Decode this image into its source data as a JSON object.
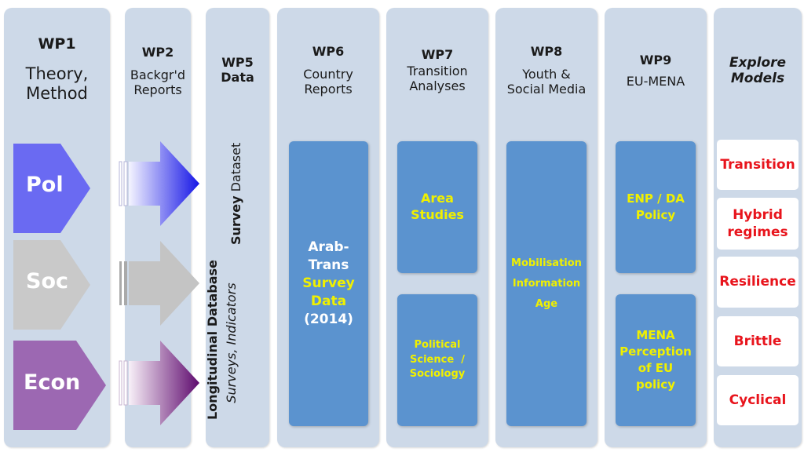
{
  "columns": {
    "wp1": {
      "title": "WP1",
      "line1": "Theory,",
      "line2": "Method"
    },
    "wp2": {
      "title": "WP2",
      "line1": "Backgr'd",
      "line2": "Reports"
    },
    "wp5": {
      "title": "WP5",
      "line1": "Data"
    },
    "wp6": {
      "title": "WP6",
      "line1": "Country",
      "line2": "Reports"
    },
    "wp7": {
      "title": "WP7",
      "line1": "Transition",
      "line2": "Analyses"
    },
    "wp8": {
      "title": "WP8",
      "line1": "Youth &",
      "line2": "Social Media"
    },
    "wp9": {
      "title": "WP9",
      "line1": "EU-MENA"
    },
    "explore": {
      "line1": "Explore",
      "line2": "Models"
    }
  },
  "arrows": {
    "pol": "Pol",
    "soc": "Soc",
    "econ": "Econ"
  },
  "wp5_labels": {
    "survey_bold": "Survey",
    "survey_normal": "Dataset",
    "longitudinal_bold": "Longitudinal Database",
    "longitudinal_italic": "Surveys, Indicators"
  },
  "wp6_box": {
    "line1": "Arab-",
    "line2": "Trans",
    "line3": "Survey",
    "line4": "Data",
    "line5": "(2014)"
  },
  "wp7_boxes": {
    "top": {
      "line1": "Area",
      "line2": "Studies"
    },
    "bottom": {
      "line1": "Political",
      "line2": "Science  /",
      "line3": "Sociology"
    }
  },
  "wp8_box": {
    "line1": "Mobilisation",
    "line2": "Information",
    "line3": "Age"
  },
  "wp9_boxes": {
    "top": {
      "line1": "ENP / DA",
      "line2": "Policy"
    },
    "bottom": {
      "line1": "MENA",
      "line2": "Perception",
      "line3": "of EU",
      "line4": "policy"
    }
  },
  "models": [
    {
      "line1": "Transition"
    },
    {
      "line1": "Hybrid",
      "line2": "regimes"
    },
    {
      "line1": "Resilience"
    },
    {
      "line1": "Brittle"
    },
    {
      "line1": "Cyclical"
    }
  ],
  "colors": {
    "column_bg": "#cdd9e8",
    "box_blue": "#5b93cf",
    "box_text": "#f0f000",
    "model_text": "#e8141c",
    "pol_arrow": "#6666f0",
    "soc_arrow": "#c8c8c8",
    "econ_arrow": "#9b66b0"
  }
}
